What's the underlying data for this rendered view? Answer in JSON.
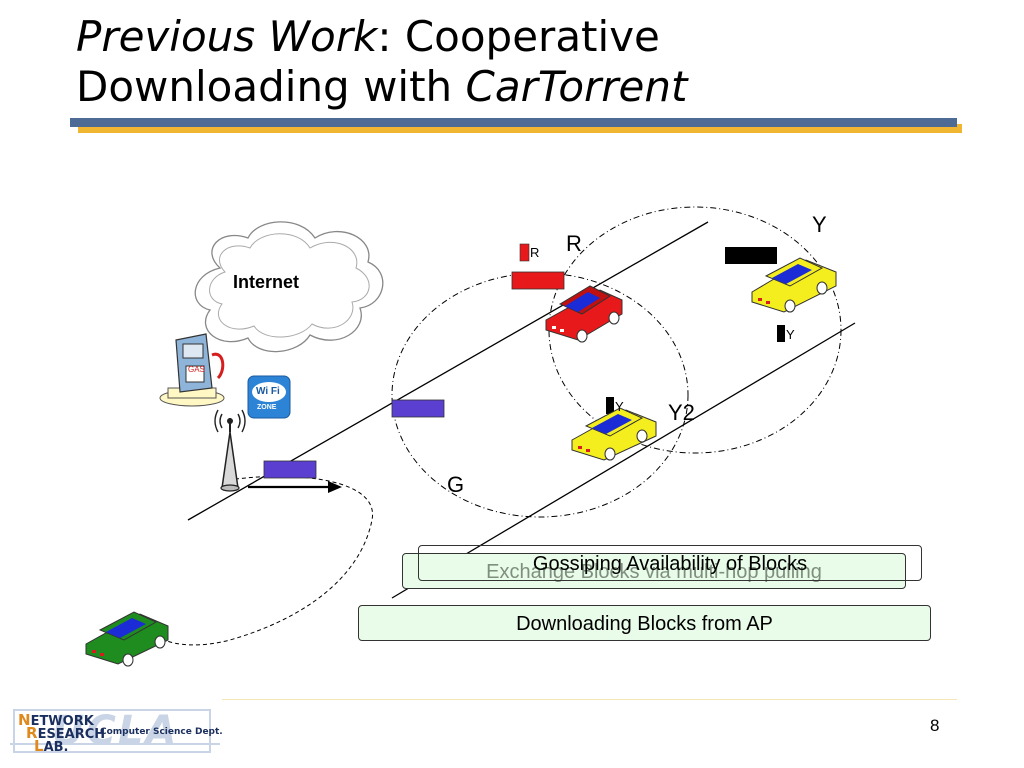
{
  "title": {
    "line1_italic": "Previous Work",
    "line1_rest": ": Cooperative",
    "line2_plain": "Downloading with ",
    "line2_italic": "CarTorrent"
  },
  "scene": {
    "internet_label": "Internet",
    "gas_label": "GAS",
    "wifi_label": "Wi Fi",
    "wifi_zone": "ZONE",
    "labels": {
      "r_big": "R",
      "r_small": "R",
      "y_big": "Y",
      "y_small": "Y",
      "y2_big": "Y2",
      "y2_small": "Y",
      "g_big": "G"
    }
  },
  "notes": {
    "exchange": "Exchange Blocks via multi-hop pulling",
    "gossip": "Gossiping Availability of Blocks",
    "download": "Downloading Blocks from AP"
  },
  "footer": {
    "lab_n": "N",
    "lab_n_rest": "ETWORK",
    "lab_r": "R",
    "lab_r_rest": "ESEARCH",
    "lab_l": "L",
    "lab_l_rest": "AB.",
    "ucla": "UCLA",
    "dept": "Computer Science Dept.",
    "page_number": "8"
  },
  "colors": {
    "title_bar_blue": "#4d6b95",
    "title_bar_gold": "#f0b631",
    "note_fill": "#e9fbe9",
    "car_red": "#e8191b",
    "car_yellow": "#f4ee1e",
    "car_green": "#1f8c1f",
    "car_blue": "#1b2bd6",
    "block_purple": "#5a3fd0"
  }
}
